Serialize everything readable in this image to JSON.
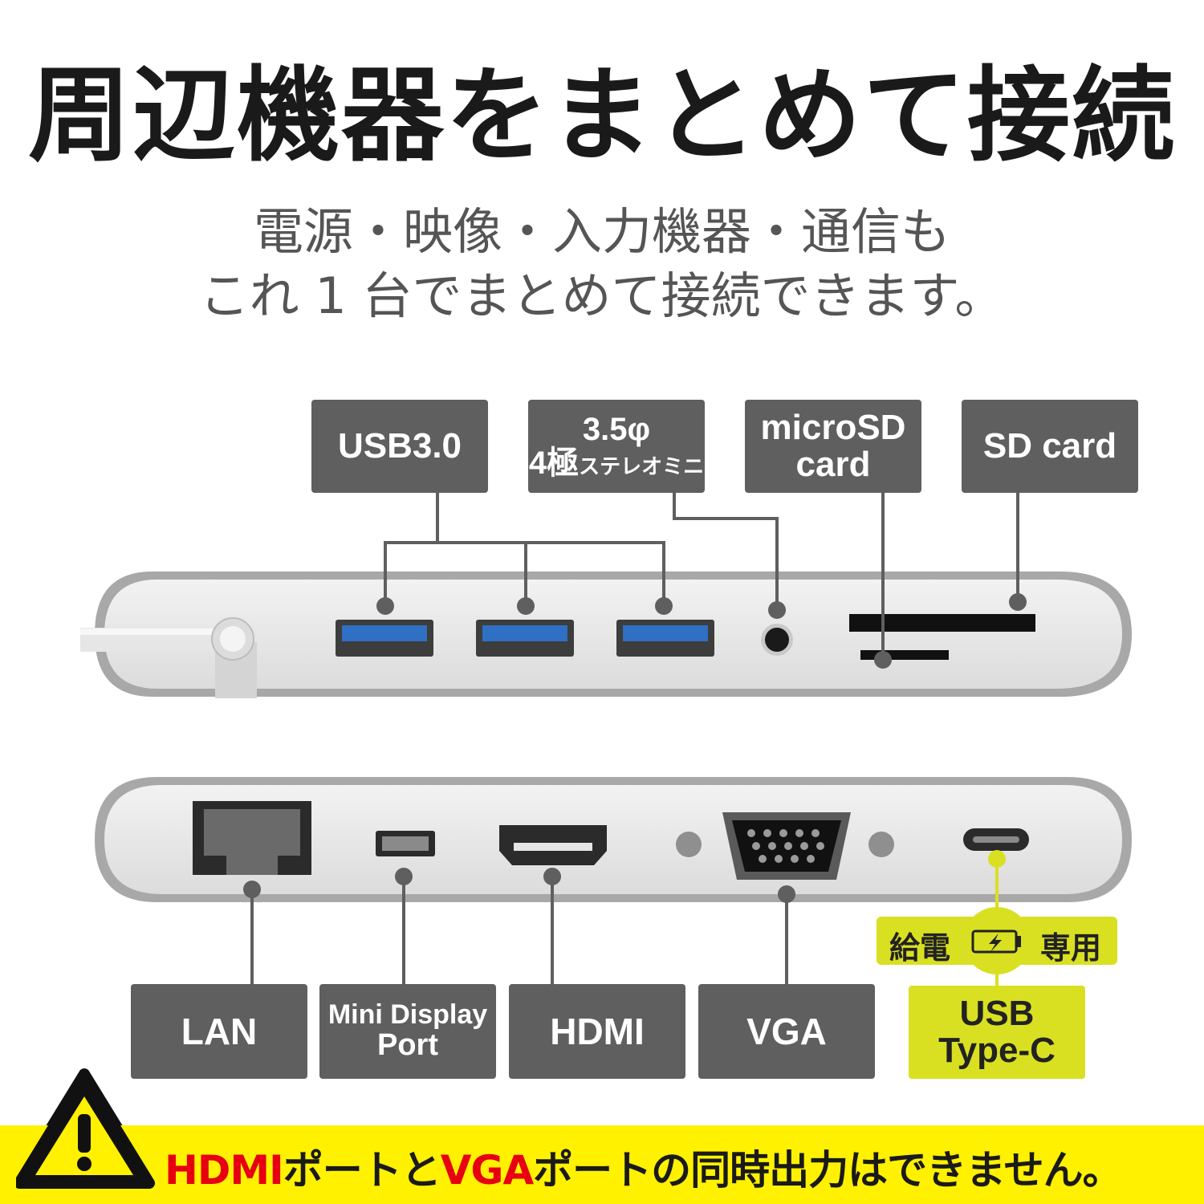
{
  "title": "周辺機器をまとめて接続",
  "subtitle": {
    "line1": "電源・映像・入力機器・通信も",
    "line2": "これ 1 台でまとめて接続できます。"
  },
  "top_labels": {
    "usb3": "USB3.0",
    "audio_line1": "3.5φ",
    "audio_line2_main": "4極",
    "audio_line2_sub": "ステレオミニ",
    "microsd_line1": "microSD",
    "microsd_line2": "card",
    "sd": "SD card"
  },
  "bottom_labels": {
    "lan": "LAN",
    "mdp_line1": "Mini Display",
    "mdp_line2": "Port",
    "hdmi": "HDMI",
    "vga": "VGA",
    "power_left": "給電",
    "power_right": "専用",
    "usbc_line1": "USB",
    "usbc_line2": "Type-C"
  },
  "warning": {
    "part1": "HDMI",
    "part2": "ポートと",
    "part3": "VGA",
    "part4": "ポートの同時出力はできません。"
  },
  "colors": {
    "label_bg": "#5f5f5f",
    "accent_yellow": "#d9e021",
    "warning_bg": "#fff100",
    "warning_red": "#e60012",
    "usb_blue": "#2f6fc4"
  }
}
